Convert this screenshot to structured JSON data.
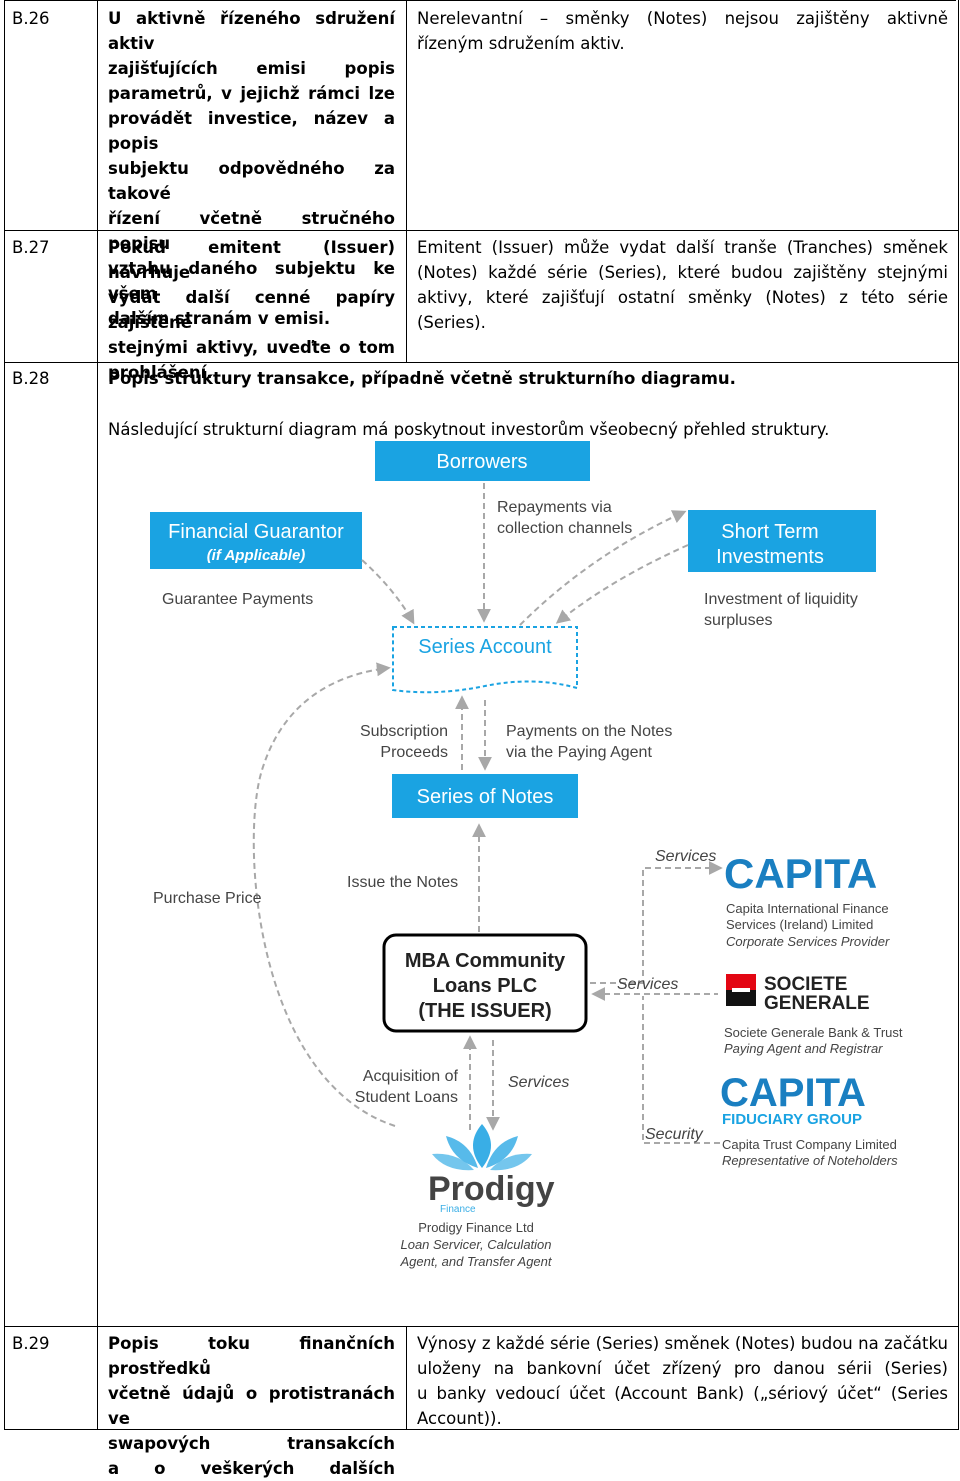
{
  "rows": [
    {
      "id": "B.26",
      "heading_lines": [
        "U aktivně řízeného sdružení aktiv",
        "zajišťujících emisi popis",
        "parametrů, v jejichž rámci lze",
        "provádět investice, název a popis",
        "subjektu odpovědného za takové",
        "řízení včetně stručného popisu",
        "vztahu daného subjektu ke všem",
        "dalším stranám v emisi."
      ],
      "content_lines": [
        "Nerelevantní – směnky (Notes) nejsou zajištěny aktivně",
        "řízeným sdružením aktiv."
      ]
    },
    {
      "id": "B.27",
      "heading_lines": [
        "Pokud emitent (Issuer) navrhuje",
        "vydat další cenné papíry zajištěné",
        "stejnými aktivy, uveďte o tom",
        "prohlášení."
      ],
      "content_lines": [
        "Emitent (Issuer) může vydat další tranše (Tranches) směnek",
        "(Notes) každé série (Series), které budou zajištěny stejnými",
        "aktivy, které zajišťují ostatní směnky (Notes) z této série",
        "(Series)."
      ]
    },
    {
      "id": "B.28",
      "heading": "Popis struktury transakce, případně včetně strukturního diagramu.",
      "intro": "Následující strukturní diagram má poskytnout investorům všeobecný přehled struktury."
    },
    {
      "id": "B.29",
      "heading_lines": [
        "Popis toku finančních prostředků",
        "včetně údajů o protistranách ve",
        "swapových transakcích",
        "a o veškerých dalších"
      ],
      "content_lines": [
        "Výnosy z každé série (Series) směnek (Notes) budou na začátku",
        "uloženy na bankovní účet zřízený pro danou sérii (Series)",
        "u banky vedoucí účet (Account Bank) („sériový účet“ (Series",
        "Account))."
      ]
    }
  ],
  "diagram": {
    "colors": {
      "box_blue": "#1aa3e2",
      "arrow_grey": "#a8a8a8",
      "label_grey": "#444444",
      "lotus_blue": "#39aee6"
    },
    "boxes": {
      "borrowers": "Borrowers",
      "financial_guarantor": "Financial Guarantor",
      "financial_guarantor_sub": "(if Applicable)",
      "short_term": [
        "Short Term",
        "Investments"
      ],
      "series_account": "Series Account",
      "series_of_notes": "Series of Notes",
      "issuer": [
        "MBA Community",
        "Loans PLC",
        "(THE ISSUER)"
      ]
    },
    "labels": {
      "repayments": [
        "Repayments via",
        "collection channels"
      ],
      "guarantee_payments": "Guarantee Payments",
      "investment_liquidity": [
        "Investment of liquidity",
        "surpluses"
      ],
      "subscription": [
        "Subscription",
        "Proceeds"
      ],
      "payments_notes": [
        "Payments on the Notes",
        "via the Paying Agent"
      ],
      "purchase_price": "Purchase Price",
      "issue_notes": "Issue the Notes",
      "acquisition": [
        "Acquisition of",
        "Student Loans"
      ],
      "services_prodigy": "Services",
      "services_capita": "Services",
      "services_sg": "Services",
      "security": "Security"
    },
    "parties": {
      "capita1": {
        "logo": "CAPITA",
        "lines": [
          "Capita International Finance",
          "Services (Ireland) Limited",
          "Corporate Services Provider"
        ]
      },
      "sg": {
        "logo_lines": [
          "SOCIETE",
          "GENERALE"
        ],
        "lines": [
          "Societe Generale Bank & Trust",
          "Paying Agent and Registrar"
        ]
      },
      "capita2": {
        "logo": "CAPITA",
        "logo_sub": "FIDUCIARY GROUP",
        "lines": [
          "Capita Trust Company Limited",
          "Representative of Noteholders"
        ]
      },
      "prodigy": {
        "logo": "Prodigy",
        "logo_sub": "Finance",
        "lines": [
          "Prodigy Finance Ltd",
          "Loan Servicer, Calculation",
          "Agent, and Transfer Agent"
        ]
      }
    }
  }
}
